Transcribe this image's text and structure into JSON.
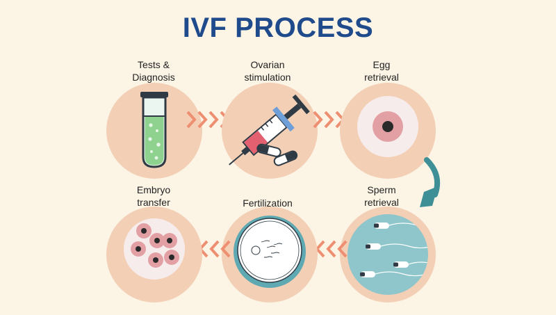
{
  "title": "IVF PROCESS",
  "steps": [
    {
      "line1": "Tests &",
      "line2": "Diagnosis"
    },
    {
      "line1": "Ovarian",
      "line2": "stimulation"
    },
    {
      "line1": "Egg",
      "line2": "retrieval"
    },
    {
      "line1": "Sperm",
      "line2": "retrieval"
    },
    {
      "line1": "Fertilization",
      "line2": ""
    },
    {
      "line1": "Embryo",
      "line2": "transfer"
    }
  ],
  "colors": {
    "background": "#fcf5e6",
    "circle": "#f2cfb5",
    "title": "#1f4a8c",
    "chevron": "#ee8f72",
    "curved_arrow": "#3f8f96"
  }
}
